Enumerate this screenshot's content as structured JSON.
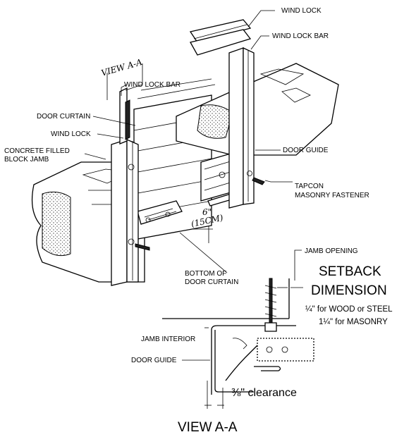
{
  "labels": {
    "wind_lock_top": "WIND LOCK",
    "wind_lock_bar_top": "WIND LOCK BAR",
    "view_aa_hand": "VIEW A-A",
    "wind_lock_bar_left": "WIND LOCK BAR",
    "door_curtain": "DOOR CURTAIN",
    "wind_lock_left": "WIND LOCK",
    "concrete_line1": "CONCRETE FILLED",
    "concrete_line2": "BLOCK JAMB",
    "door_guide_right": "DOOR GUIDE",
    "tapcon_line1": "TAPCON",
    "tapcon_line2": "MASONRY FASTENER",
    "dim_6": "6\"",
    "dim_15cm": "(15CM)",
    "bottom_line1": "BOTTOM OF",
    "bottom_line2": "DOOR CURTAIN",
    "jamb_opening": "JAMB OPENING",
    "setback": "SETBACK",
    "dimension": "DIMENSION",
    "wood_steel": "¼\" for WOOD or STEEL",
    "masonry": "1¼\" for MASONRY",
    "jamb_interior": "JAMB INTERIOR",
    "door_guide_bottom": "DOOR GUIDE",
    "clearance": "⅜\" clearance",
    "view_title": "VIEW A-A"
  }
}
